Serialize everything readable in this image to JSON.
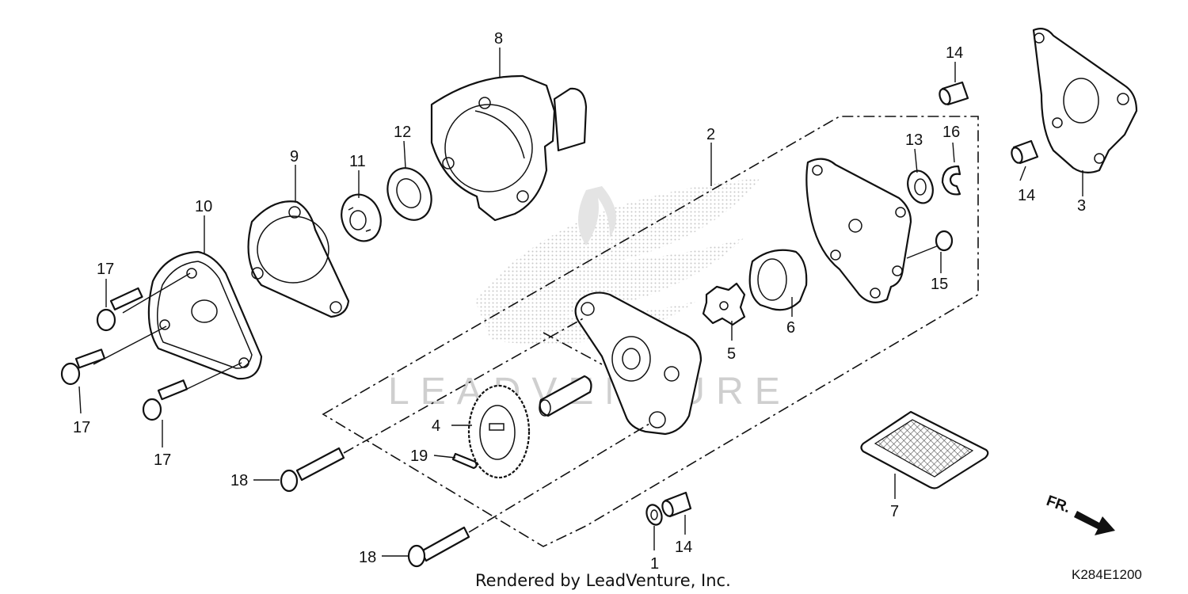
{
  "diagram": {
    "part_numbers": {
      "p1": "1",
      "p2": "2",
      "p3": "3",
      "p4": "4",
      "p5": "5",
      "p6": "6",
      "p7": "7",
      "p8": "8",
      "p9": "9",
      "p10": "10",
      "p11": "11",
      "p12": "12",
      "p13": "13",
      "p14a": "14",
      "p14b": "14",
      "p14c": "14",
      "p15": "15",
      "p16": "16",
      "p17a": "17",
      "p17b": "17",
      "p17c": "17",
      "p18a": "18",
      "p18b": "18",
      "p19": "19"
    },
    "direction_label": "FR.",
    "watermark": "LEADVENTURE",
    "footer": "Rendered by LeadVenture, Inc.",
    "diagram_code": "K284E1200"
  }
}
